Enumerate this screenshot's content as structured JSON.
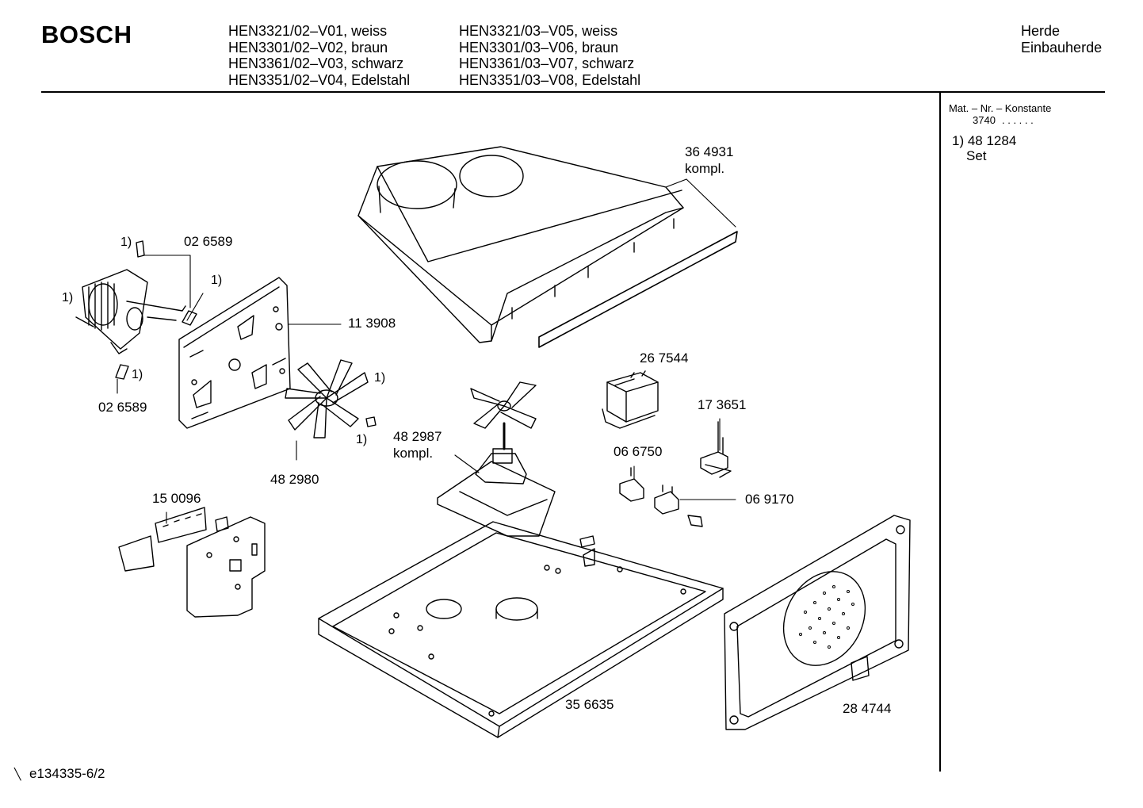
{
  "header": {
    "brand": "BOSCH",
    "models_col1": [
      "HEN3321/02–V01, weiss",
      "HEN3301/02–V02, braun",
      "HEN3361/02–V03, schwarz",
      "HEN3351/02–V04, Edelstahl"
    ],
    "models_col2": [
      "HEN3321/03–V05, weiss",
      "HEN3301/03–V06, braun",
      "HEN3361/03–V07, schwarz",
      "HEN3351/03–V08, Edelstahl"
    ],
    "category": [
      "Herde",
      "Einbauherde"
    ]
  },
  "sidebar": {
    "constant_title": "Mat. – Nr. – Konstante",
    "constant_value": "3740",
    "constant_dots": ". .   . . . .",
    "note_ref": "1) 48 1284",
    "note_text": "Set"
  },
  "parts": {
    "p364931": "36 4931",
    "p364931_sub": "kompl.",
    "p026589_top": "02 6589",
    "p113908": "11 3908",
    "p026589_bottom": "02 6589",
    "p267544": "26 7544",
    "p173651": "17 3651",
    "p482987": "48 2987",
    "p482987_sub": "kompl.",
    "p482980": "48 2980",
    "p066750": "06 6750",
    "p069170": "06 9170",
    "p150096": "15 0096",
    "p356635": "35 6635",
    "p284744": "28 4744"
  },
  "footnote_marks": {
    "a": "1)",
    "b": "1)",
    "c": "1)",
    "d": "1)",
    "e": "1)",
    "f": "1)"
  },
  "footer": {
    "drawing_id": "e134335-6/2"
  }
}
